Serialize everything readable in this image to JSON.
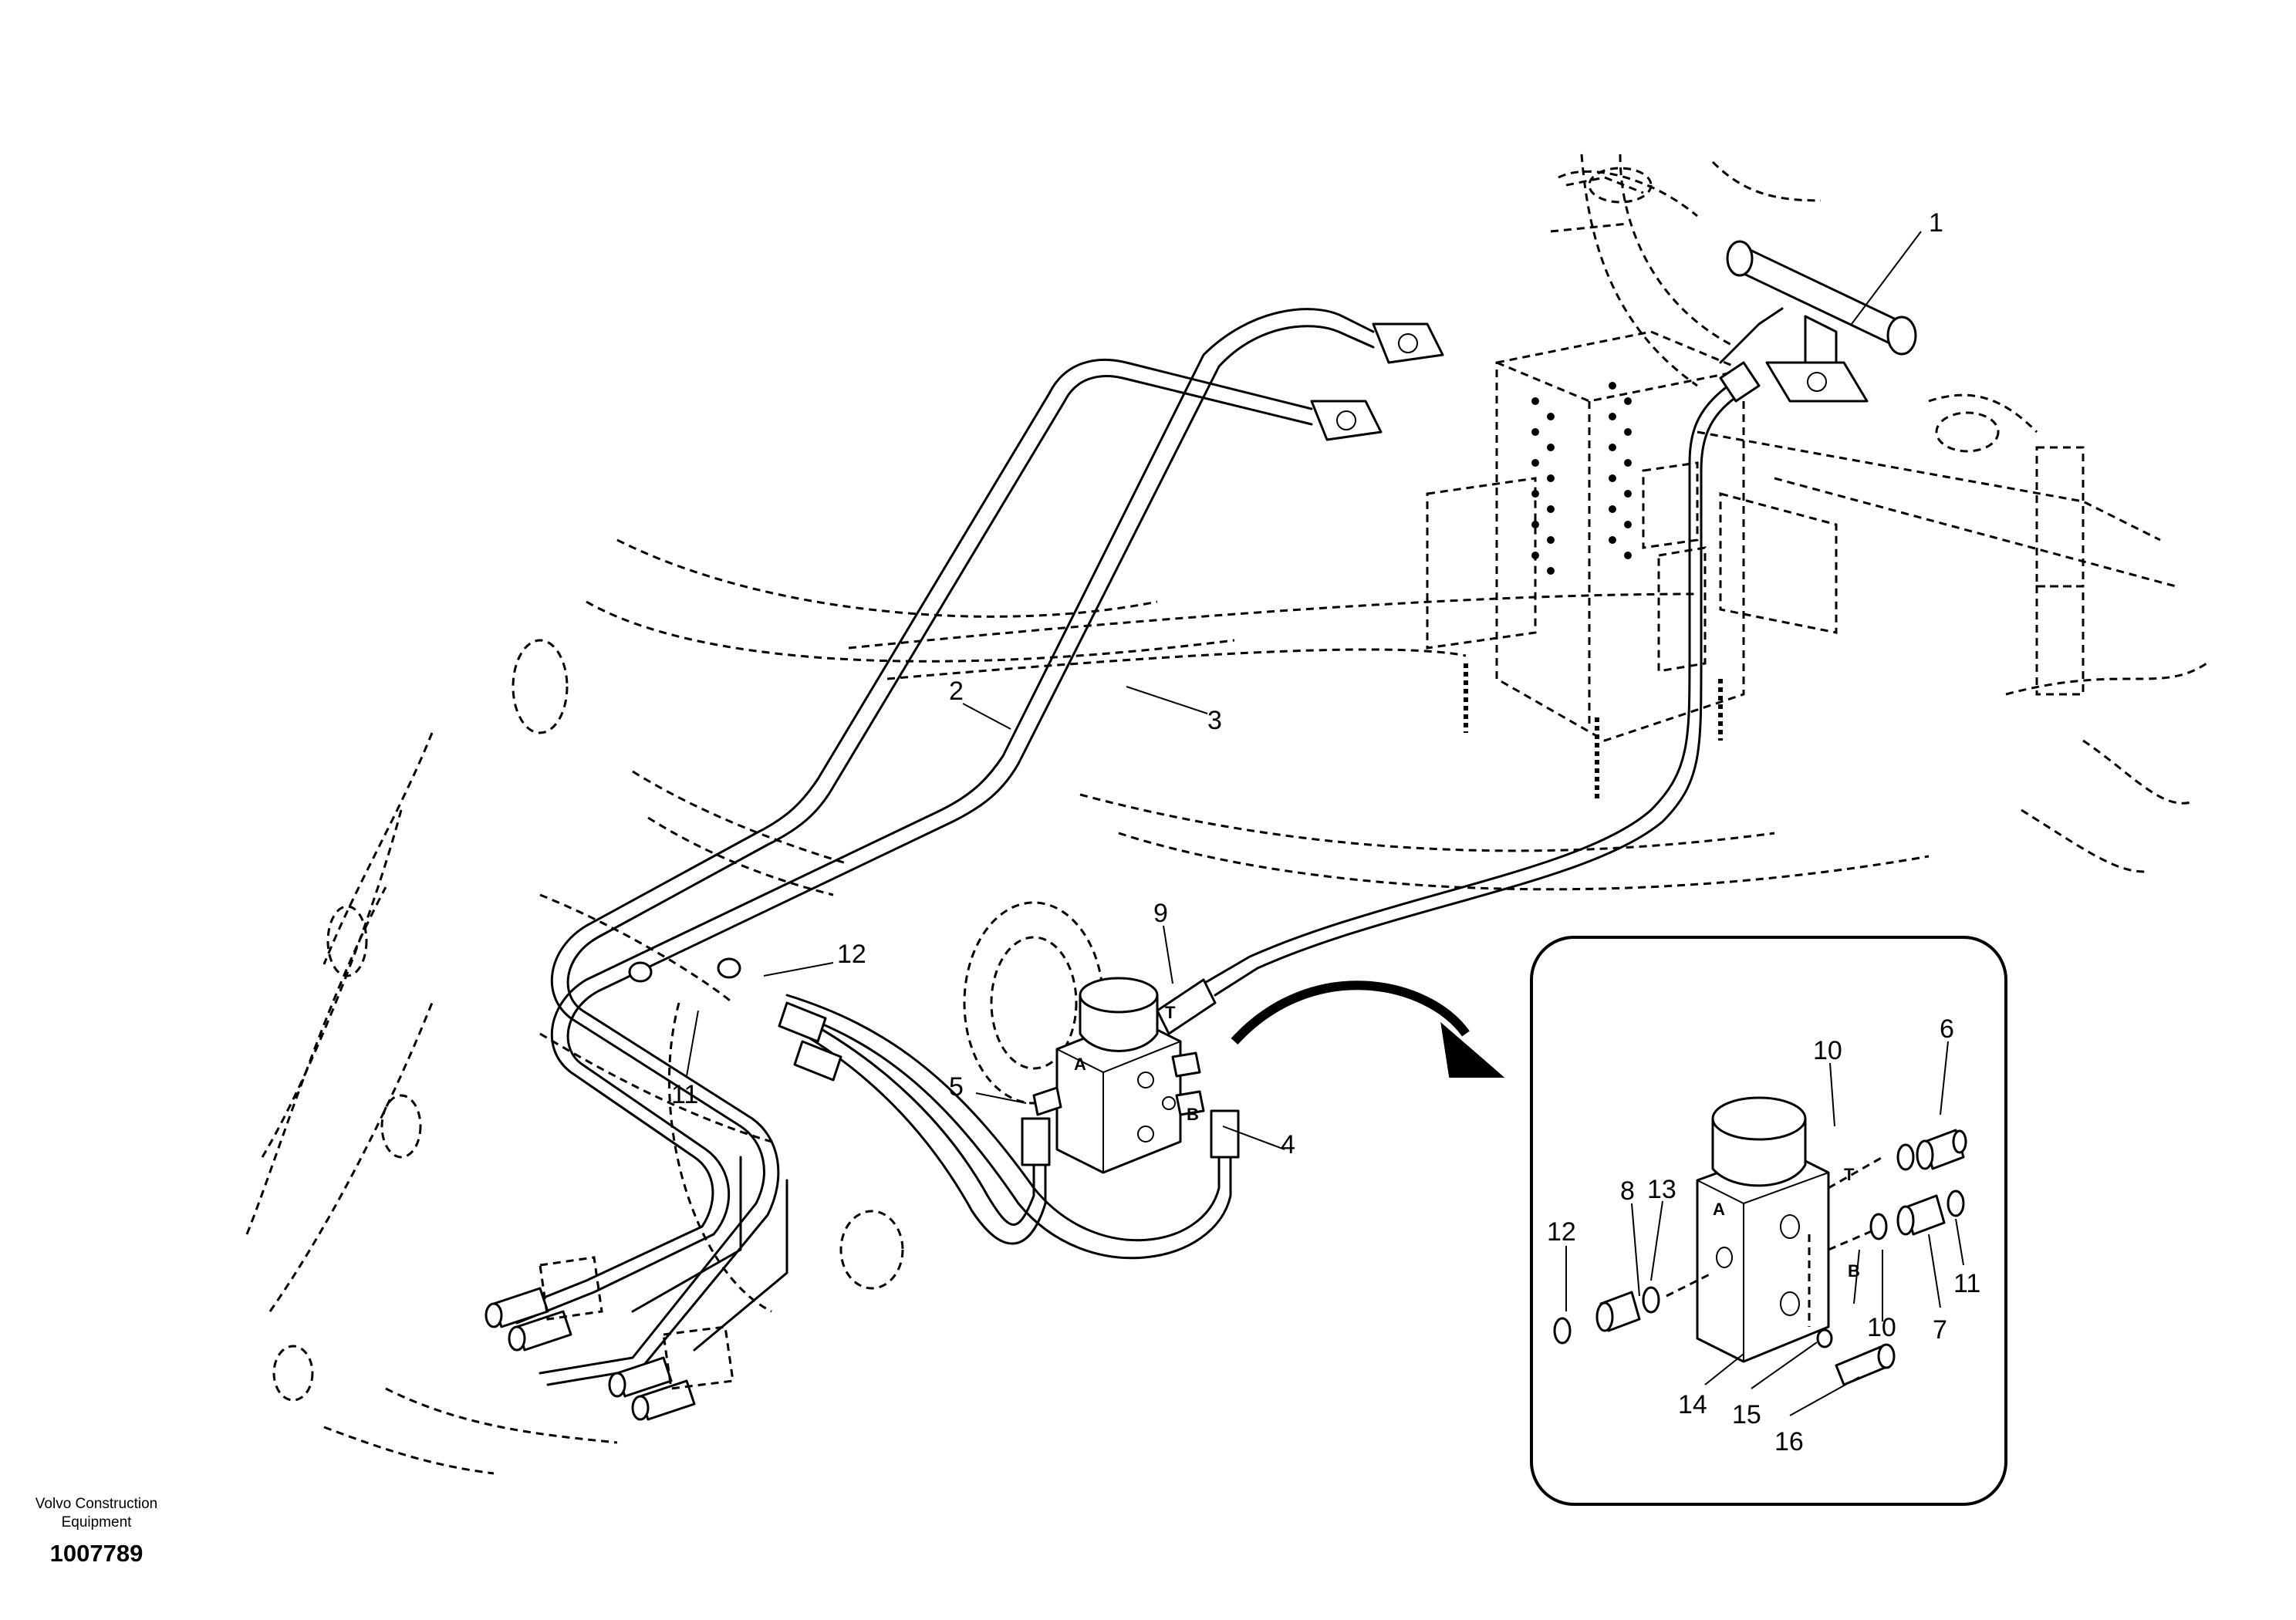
{
  "callouts": [
    "1",
    "2",
    "3",
    "4",
    "5",
    "6",
    "7",
    "8",
    "9",
    "10",
    "10",
    "11",
    "11",
    "12",
    "12",
    "13",
    "14",
    "15",
    "16"
  ],
  "ports": {
    "main_a": "A",
    "main_b": "B",
    "main_t": "T",
    "detail_a": "A",
    "detail_b": "B",
    "detail_t": "T"
  },
  "footer": {
    "maker_line1": "Volvo Construction",
    "maker_line2": "Equipment",
    "doc_number": "1007789"
  }
}
